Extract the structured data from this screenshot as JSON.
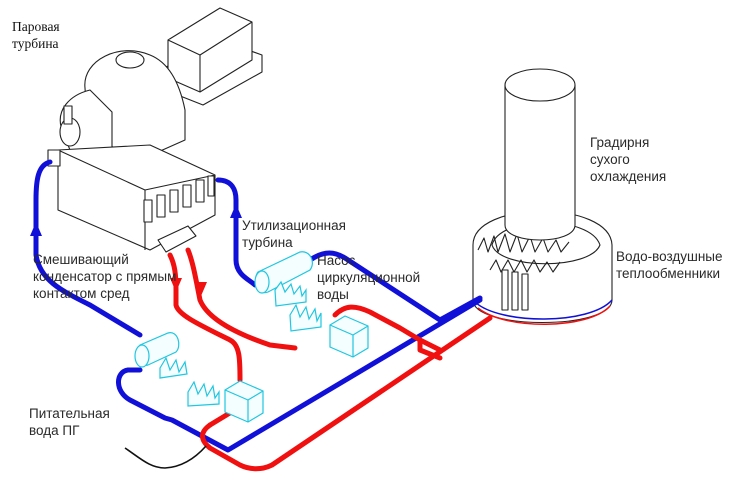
{
  "diagram": {
    "labels": {
      "steam_turbine": [
        "Паровая",
        "турбина"
      ],
      "mixing_condenser": [
        "Смешивающий",
        "конденсатор с прямым",
        "контактом сред"
      ],
      "recovery_turbine": [
        "Утилизационная",
        "турбина"
      ],
      "circulation_pump": [
        "Насос",
        "циркуляционной",
        "воды"
      ],
      "dry_cooling_tower": [
        "Градирня",
        "сухого",
        "охлаждения"
      ],
      "water_air_heat_exchangers": [
        "Водо-воздушные",
        "теплообменники"
      ],
      "feedwater": [
        "Питательная",
        "вода ПГ"
      ]
    },
    "colors": {
      "cold_water_pipe": "#1010d8",
      "hot_water_pipe": "#f01010",
      "pump_equipment": "#1fc7e0",
      "outline": "#222222"
    },
    "icons": [
      "flow-arrow-icon"
    ]
  }
}
